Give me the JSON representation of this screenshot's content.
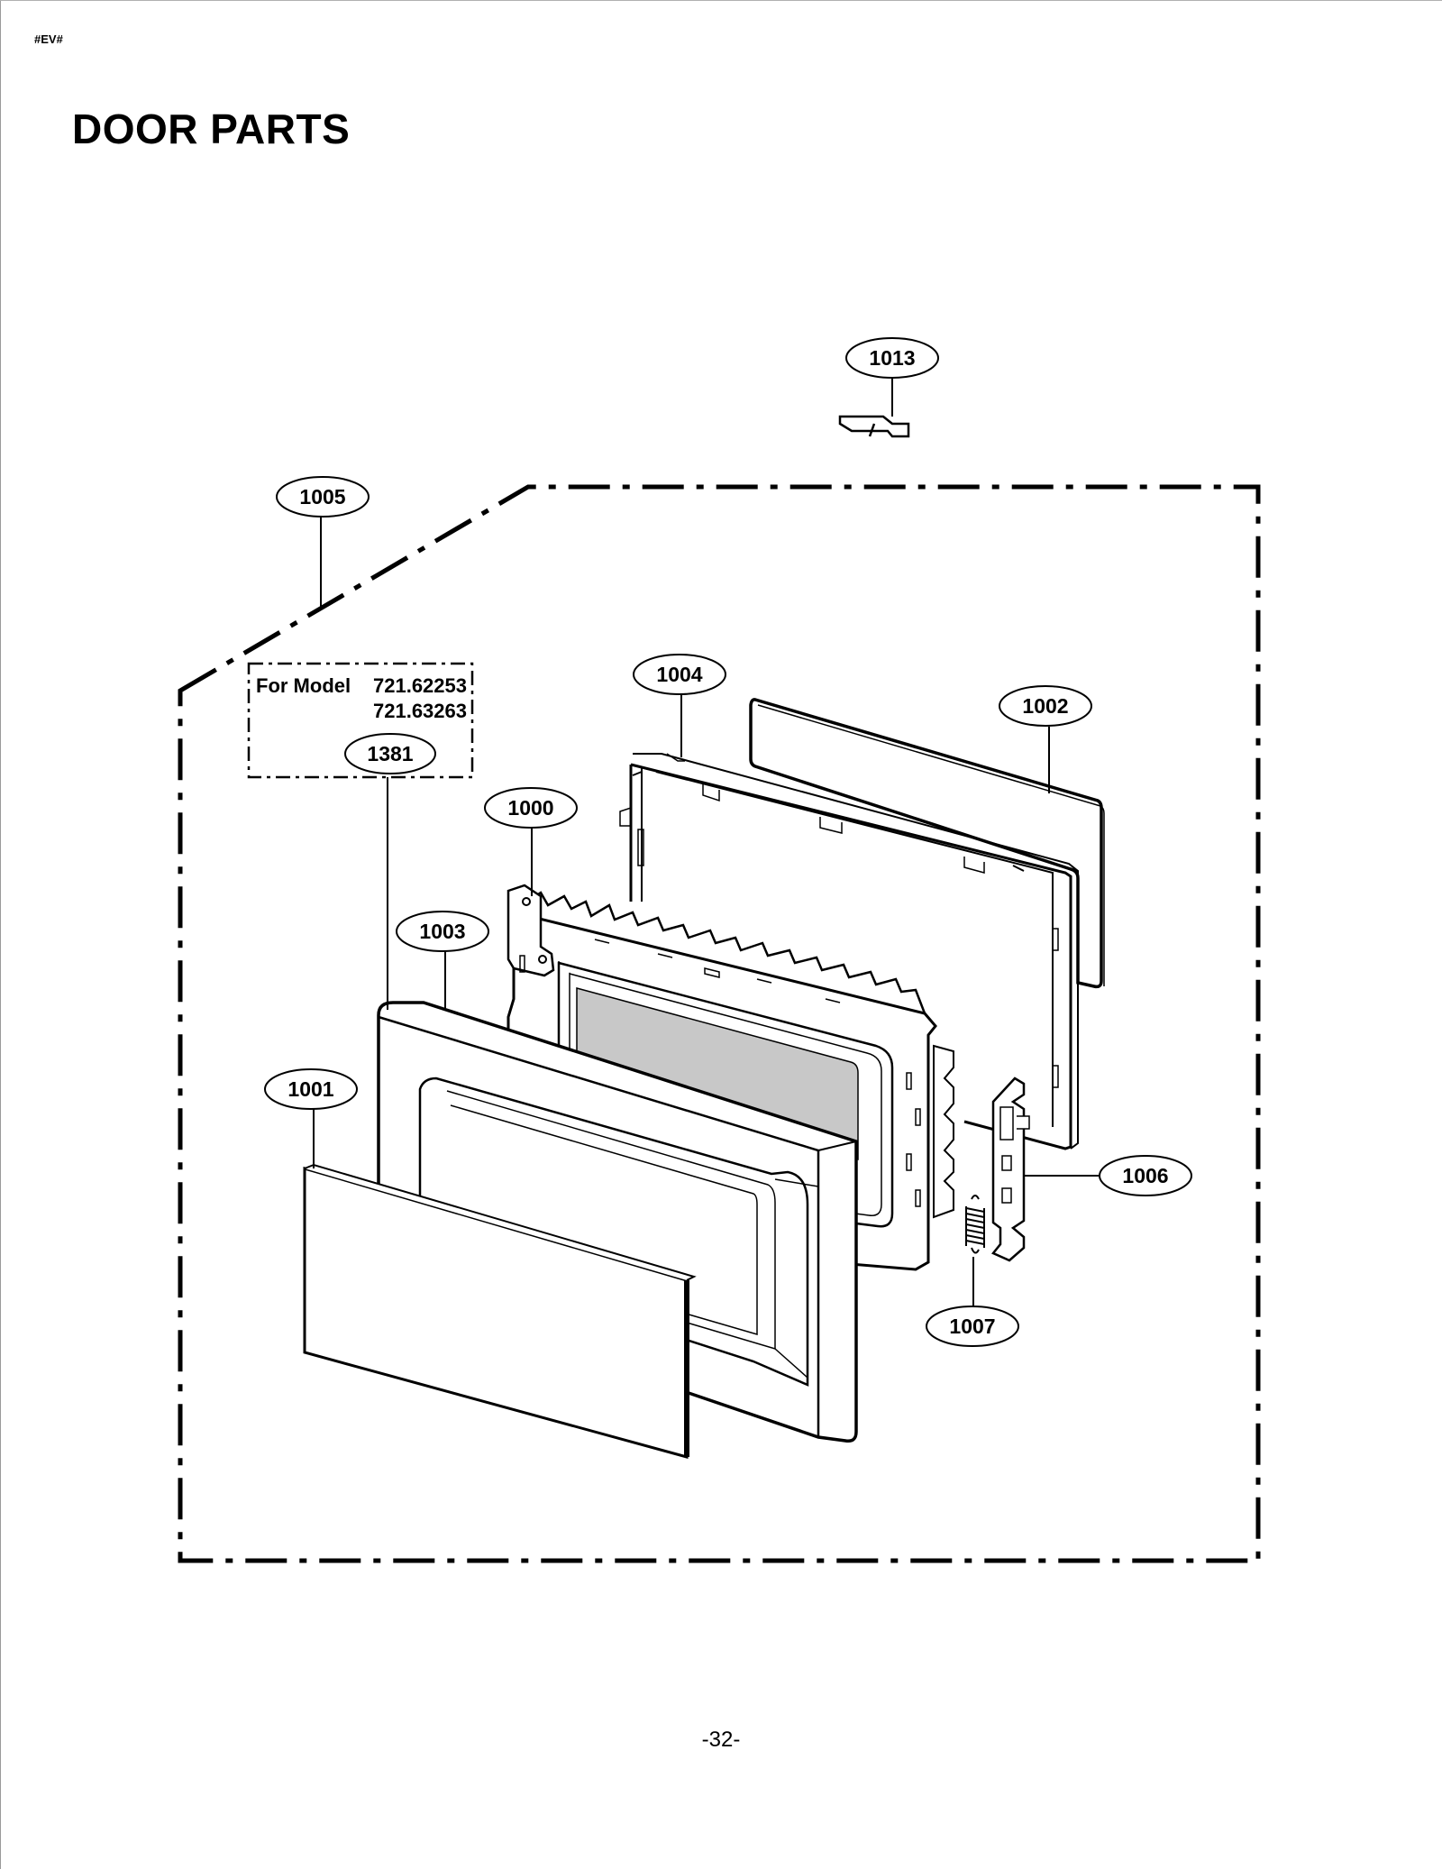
{
  "header_code": "#EV#",
  "title": "DOOR PARTS",
  "page_number": "-32-",
  "model_note": {
    "prefix": "For Model",
    "models": [
      "721.62253",
      "721.63263"
    ],
    "part": "1381"
  },
  "callouts": [
    "1013",
    "1005",
    "1004",
    "1002",
    "1000",
    "1003",
    "1001",
    "1006",
    "1007"
  ]
}
